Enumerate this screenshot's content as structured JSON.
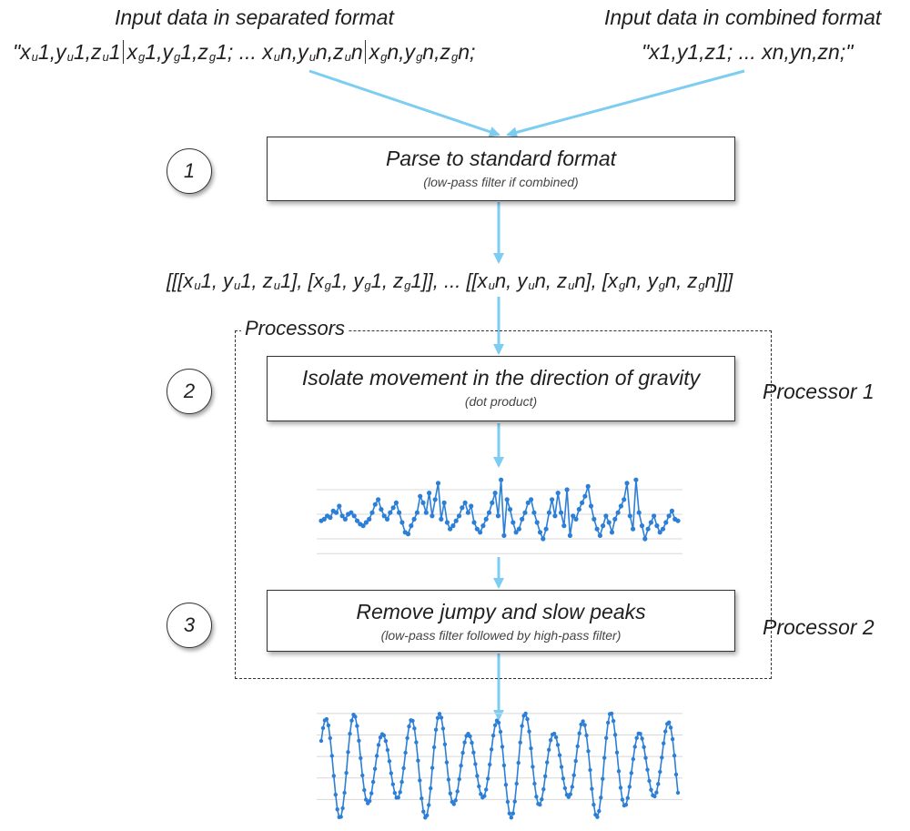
{
  "inputs": {
    "separated": {
      "title": "Input data in separated format",
      "p1": {
        "open": "\"",
        "sep": ",",
        "one": "1",
        "n": "n",
        "end": ";",
        "mid": "; ... "
      },
      "u": "u",
      "g": "g"
    },
    "combined": {
      "title": "Input data in combined format",
      "format": "\"x1,y1,z1; ... xn,yn,zn;\""
    }
  },
  "steps": [
    {
      "number": "1",
      "title": "Parse to standard format",
      "subtitle": "(low-pass filter if combined)"
    },
    {
      "number": "2",
      "title": "Isolate movement in the direction of gravity",
      "subtitle": "(dot product)"
    },
    {
      "number": "3",
      "title": "Remove jumpy and slow peaks",
      "subtitle": "(low-pass filter followed by high-pass filter)"
    }
  ],
  "group": {
    "label": "Processors"
  },
  "processors": [
    {
      "label": "Processor 1"
    },
    {
      "label": "Processor 2"
    }
  ],
  "colors": {
    "arrow": "#7ccdf1",
    "series": "#2c7fd6",
    "grid": "#d8d8d8",
    "border": "#333333"
  },
  "chart_data": [
    {
      "type": "line",
      "description_key": "raw-gravity-projection",
      "x": [
        0,
        1,
        2,
        3,
        4,
        5,
        6,
        7,
        8,
        9,
        10,
        11,
        12,
        13,
        14,
        15,
        16,
        17,
        18,
        19,
        20,
        21,
        22,
        23,
        24,
        25,
        26,
        27,
        28,
        29,
        30,
        31,
        32,
        33,
        34,
        35,
        36,
        37,
        38,
        39,
        40,
        41,
        42,
        43,
        44,
        45,
        46,
        47,
        48,
        49,
        50,
        51,
        52,
        53,
        54,
        55,
        56,
        57,
        58,
        59,
        60,
        61,
        62,
        63,
        64,
        65,
        66,
        67,
        68,
        69,
        70,
        71,
        72,
        73,
        74,
        75,
        76,
        77,
        78,
        79,
        80,
        81,
        82,
        83,
        84,
        85,
        86,
        87,
        88,
        89,
        90,
        91,
        92,
        93,
        94,
        95,
        96,
        97,
        98,
        99,
        100,
        101,
        102,
        103,
        104,
        105,
        106,
        107,
        108,
        109,
        110,
        111,
        112,
        113,
        114,
        115,
        116,
        117,
        118,
        119
      ],
      "values": [
        0.05,
        0.1,
        0.2,
        0.15,
        0.35,
        0.3,
        0.5,
        0.2,
        0.1,
        0.25,
        0.3,
        0.2,
        0.05,
        -0.05,
        -0.1,
        0.0,
        0.1,
        0.3,
        0.55,
        0.7,
        0.4,
        0.2,
        0.1,
        0.3,
        0.45,
        0.6,
        0.3,
        0.0,
        -0.3,
        -0.35,
        -0.1,
        0.1,
        0.3,
        0.8,
        0.6,
        0.3,
        0.9,
        0.2,
        0.7,
        1.2,
        0.1,
        0.6,
        0.0,
        -0.2,
        -0.1,
        0.05,
        0.2,
        0.45,
        0.6,
        0.3,
        0.5,
        0.0,
        -0.2,
        -0.3,
        -0.1,
        0.1,
        0.3,
        0.6,
        0.9,
        0.2,
        1.3,
        -0.4,
        0.7,
        0.4,
        0.0,
        -0.3,
        -0.2,
        0.1,
        0.3,
        0.6,
        0.7,
        0.3,
        0.0,
        -0.3,
        -0.5,
        -0.2,
        0.3,
        0.7,
        0.2,
        0.9,
        0.3,
        -0.1,
        1.0,
        -0.4,
        0.2,
        0.1,
        0.4,
        0.6,
        0.8,
        1.1,
        0.5,
        0.1,
        -0.2,
        -0.4,
        -0.1,
        0.2,
        0.0,
        -0.3,
        0.1,
        0.3,
        0.5,
        0.7,
        1.2,
        0.2,
        -0.2,
        1.3,
        0.3,
        -0.1,
        -0.5,
        -0.2,
        0.0,
        0.2,
        -0.1,
        -0.3,
        -0.2,
        0.0,
        0.2,
        0.35,
        0.1,
        0.05
      ],
      "ylim": [
        -1.0,
        1.5
      ],
      "grid": true
    },
    {
      "type": "line",
      "description_key": "filtered-signal",
      "x_count": 200,
      "cycles": 12.5,
      "amplitude": 1.0,
      "ylim": [
        -1.1,
        1.1
      ],
      "grid": true
    }
  ]
}
